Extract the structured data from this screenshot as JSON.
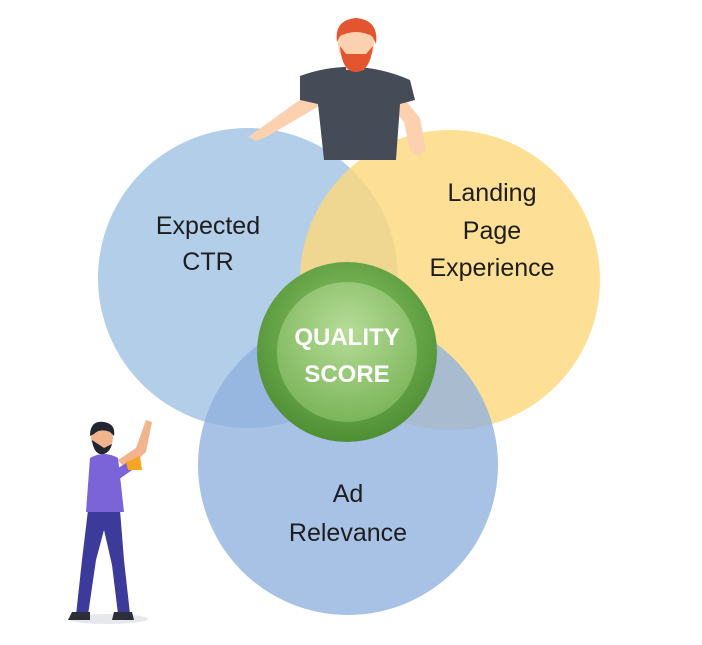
{
  "diagram": {
    "circles": [
      {
        "id": "expected-ctr",
        "label_lines": [
          "Expected",
          "CTR"
        ],
        "color": "#aac9e6"
      },
      {
        "id": "landing-page-experience",
        "label_lines": [
          "Landing",
          "Page",
          "Experience"
        ],
        "color": "#fdd97e"
      },
      {
        "id": "ad-relevance",
        "label_lines": [
          "Ad",
          "Relevance"
        ],
        "color": "#8fb1df"
      }
    ],
    "center": {
      "label_lines": [
        "QUALITY",
        "SCORE"
      ],
      "color": "#7bb55a"
    }
  }
}
